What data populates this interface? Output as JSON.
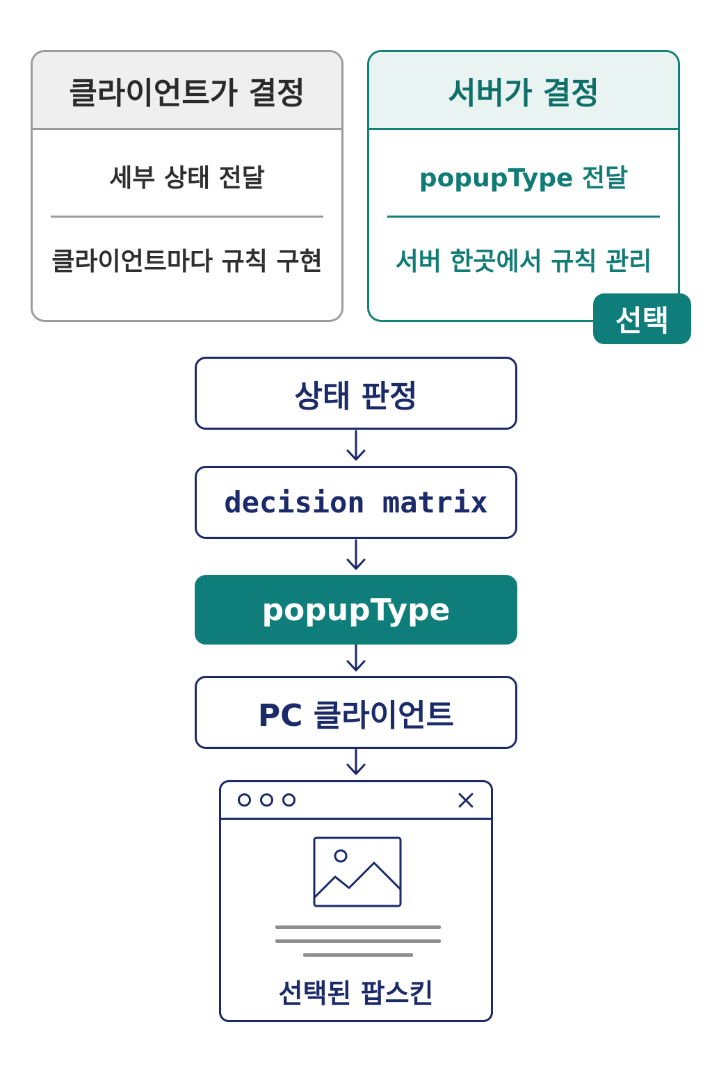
{
  "client_card": {
    "title": "클라이언트가 결정",
    "row1": "세부 상태 전달",
    "row2": "클라이언트마다 규칙 구현"
  },
  "server_card": {
    "title": "서버가 결정",
    "row1": "popupType 전달",
    "row2": "서버 한곳에서 규칙 관리",
    "badge": "선택"
  },
  "flow": {
    "steps": [
      "상태 판정",
      "decision matrix",
      "popupType",
      "PC 클라이언트"
    ],
    "window_caption": "선택된 팝스킨"
  },
  "colors": {
    "teal": "#0f7d79",
    "navy": "#1b2a68",
    "gray": "#9c9c9c"
  },
  "icons": {
    "window_close": "close-icon",
    "window_content": "image-icon"
  }
}
